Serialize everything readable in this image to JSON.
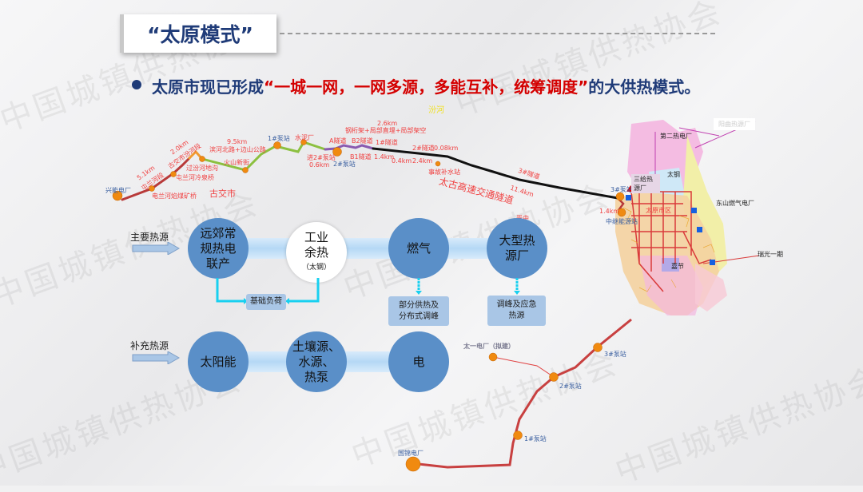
{
  "header": {
    "title": "“太原模式”"
  },
  "headline": {
    "prefix": "太原市现已形成",
    "highlight": "“一城一网，一网多源，多能互补，统筹调度”",
    "suffix": "的大供热模式。"
  },
  "watermark": "中国城镇供热协会",
  "route_north": {
    "river": "汾河",
    "city_gujiao": "古交市",
    "tunnel_name": "太古高速交通隧道",
    "labels": [
      "兴能电厂",
      "5.1km",
      "屯兰河段",
      "电兰河焰煤矿桥",
      "2.0km",
      "古交市汾河段",
      "屯兰河冷泉桥",
      "过汾河地沟",
      "9.5km",
      "滨河北路+边山公路",
      "火山新街",
      "1#泵站",
      "水泥厂",
      "2#泵站",
      "进2#泵站",
      "0.6km",
      "A隧道",
      "B2隧道",
      "1#隧道",
      "B1隧道",
      "1.4km",
      "0.4km",
      "2.4km",
      "2.6km",
      "钢桁架+局部直埋+局部架空",
      "2#隧道",
      "0.08km",
      "事故补水站",
      "3#隧道",
      "11.4km",
      "3#泵站",
      "1.4km",
      "中继能源站"
    ]
  },
  "city_map": {
    "labels": [
      "阳曲热源厂",
      "第二热电厂",
      "太钢",
      "三给热源厂",
      "太原市区",
      "东山燃气电厂",
      "瑞光一期",
      "嘉节",
      "晋中"
    ]
  },
  "route_south": {
    "labels": [
      "太一电厂（拟建）",
      "国锦电厂",
      "1#泵站",
      "2#泵站",
      "3#泵站"
    ]
  },
  "flow": {
    "primary_label": "主要热源",
    "supplement_label": "补充热源",
    "primary": [
      {
        "lines": [
          "远郊常",
          "规热电",
          "联产"
        ]
      },
      {
        "lines": [
          "工业",
          "余热"
        ],
        "sub": "（太钢）"
      },
      {
        "lines": [
          "燃气"
        ]
      },
      {
        "lines": [
          "大型热",
          "源厂"
        ]
      }
    ],
    "supplement": [
      {
        "lines": [
          "太阳能"
        ]
      },
      {
        "lines": [
          "土壤源、",
          "水源、",
          "热泵"
        ]
      },
      {
        "lines": [
          "电"
        ]
      }
    ],
    "base_load": "基础负荷",
    "gas_role": [
      "部分供热及",
      "分布式调峰"
    ],
    "plant_role": [
      "调峰及应急",
      "热源"
    ]
  },
  "colors": {
    "title": "#1f3b78",
    "highlight": "#d40000",
    "circle": "#5a8fc8"
  }
}
